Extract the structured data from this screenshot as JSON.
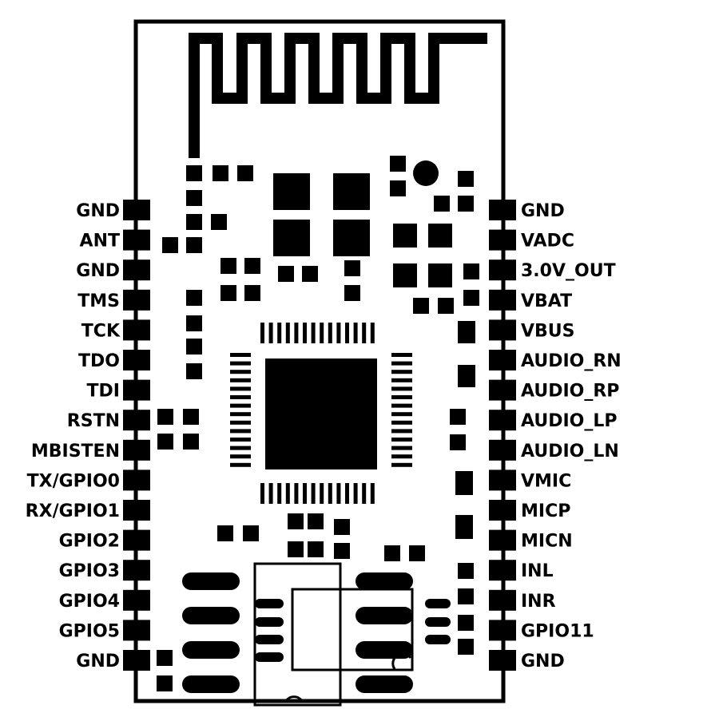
{
  "module": {
    "left_pins": [
      "GND",
      "ANT",
      "GND",
      "TMS",
      "TCK",
      "TDO",
      "TDI",
      "RSTN",
      "MBISTEN",
      "TX/GPIO0",
      "RX/GPIO1",
      "GPIO2",
      "GPIO3",
      "GPIO4",
      "GPIO5",
      "GND"
    ],
    "right_pins": [
      "GND",
      "VADC",
      "3.0V_OUT",
      "VBAT",
      "VBUS",
      "AUDIO_RN",
      "AUDIO_RP",
      "AUDIO_LP",
      "AUDIO_LN",
      "VMIC",
      "MICP",
      "MICN",
      "INL",
      "INR",
      "GPIO11",
      "GND"
    ]
  },
  "colors": {
    "ink": "#000000",
    "paper": "#ffffff"
  }
}
